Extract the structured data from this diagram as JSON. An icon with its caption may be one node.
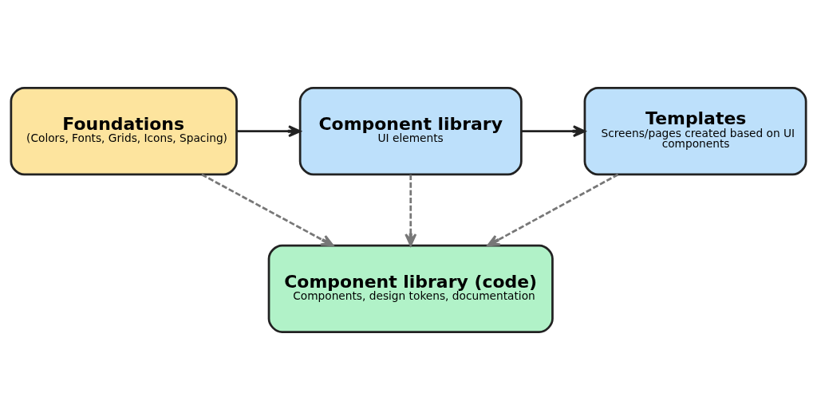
{
  "diagram": {
    "nodes": [
      {
        "text": [
          "Foundations",
          "(Colors, Fonts, Grids, Icons, Spacing)"
        ]
      },
      {
        "text": [
          "Component library",
          "UI elements"
        ]
      },
      {
        "text": [
          "Templates",
          "Screens/pages created based on UI components"
        ]
      },
      {
        "text": [
          "Component library (code)",
          "Components, design tokens, documentation"
        ]
      }
    ],
    "edges": [
      {
        "from": 0,
        "to": 1,
        "arrow": "to",
        "color": "#222222"
      },
      {
        "from": 1,
        "to": 2,
        "arrow": "to",
        "color": "#222222"
      },
      {
        "from": 0,
        "to": 3,
        "arrow": "to",
        "style": "dashed"
      },
      {
        "from": 1,
        "to": 3,
        "arrow": "to",
        "style": "dashed"
      },
      {
        "from": 2,
        "to": 3,
        "arrow": "to",
        "style": "dashed"
      }
    ]
  }
}
